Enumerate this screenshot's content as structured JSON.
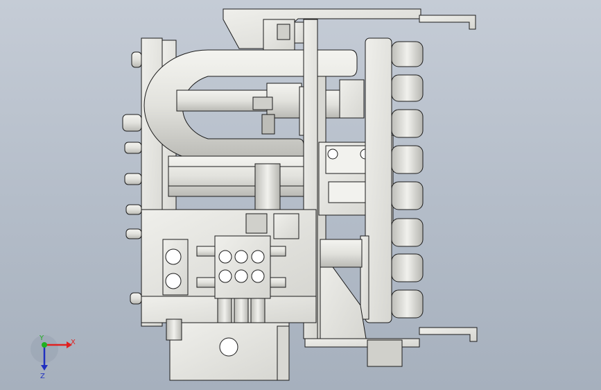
{
  "viewport": {
    "background_top": "#c5ccd6",
    "background_bottom": "#a6b0bd"
  },
  "model": {
    "part_fill": "#e8e8e4",
    "part_shade": "#c9c9c4",
    "part_dark": "#8e8e8a",
    "edge_color": "#1a1a1a"
  },
  "triad": {
    "x_label": "X",
    "y_label": "Y",
    "z_label": "Z",
    "x_color": "#e02020",
    "y_color": "#20b020",
    "z_color": "#2030c0"
  }
}
